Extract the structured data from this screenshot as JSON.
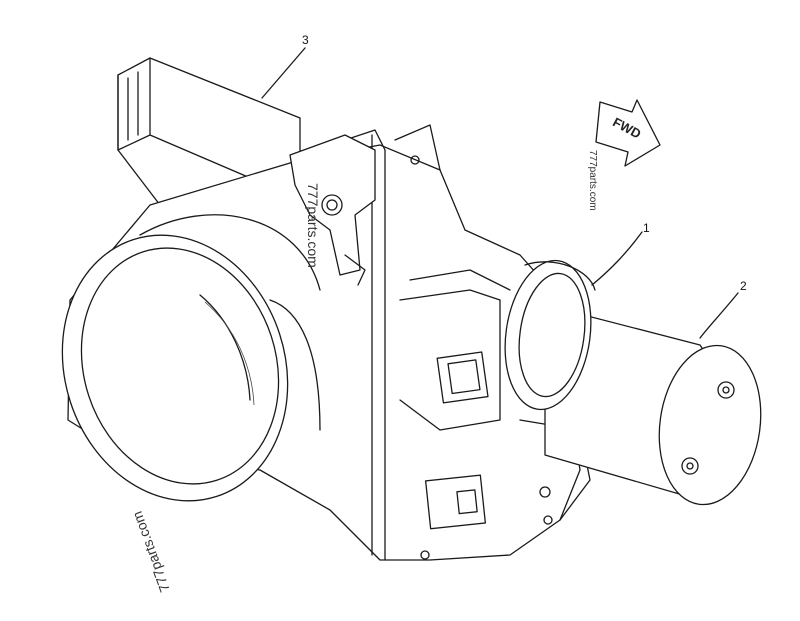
{
  "diagram": {
    "callouts": [
      {
        "id": "1",
        "label": "1"
      },
      {
        "id": "2",
        "label": "2"
      },
      {
        "id": "3",
        "label": "3"
      }
    ],
    "direction_arrow": {
      "label": "FWD"
    },
    "watermarks": [
      "777parts.com",
      "777parts.com",
      "777parts.com"
    ]
  }
}
